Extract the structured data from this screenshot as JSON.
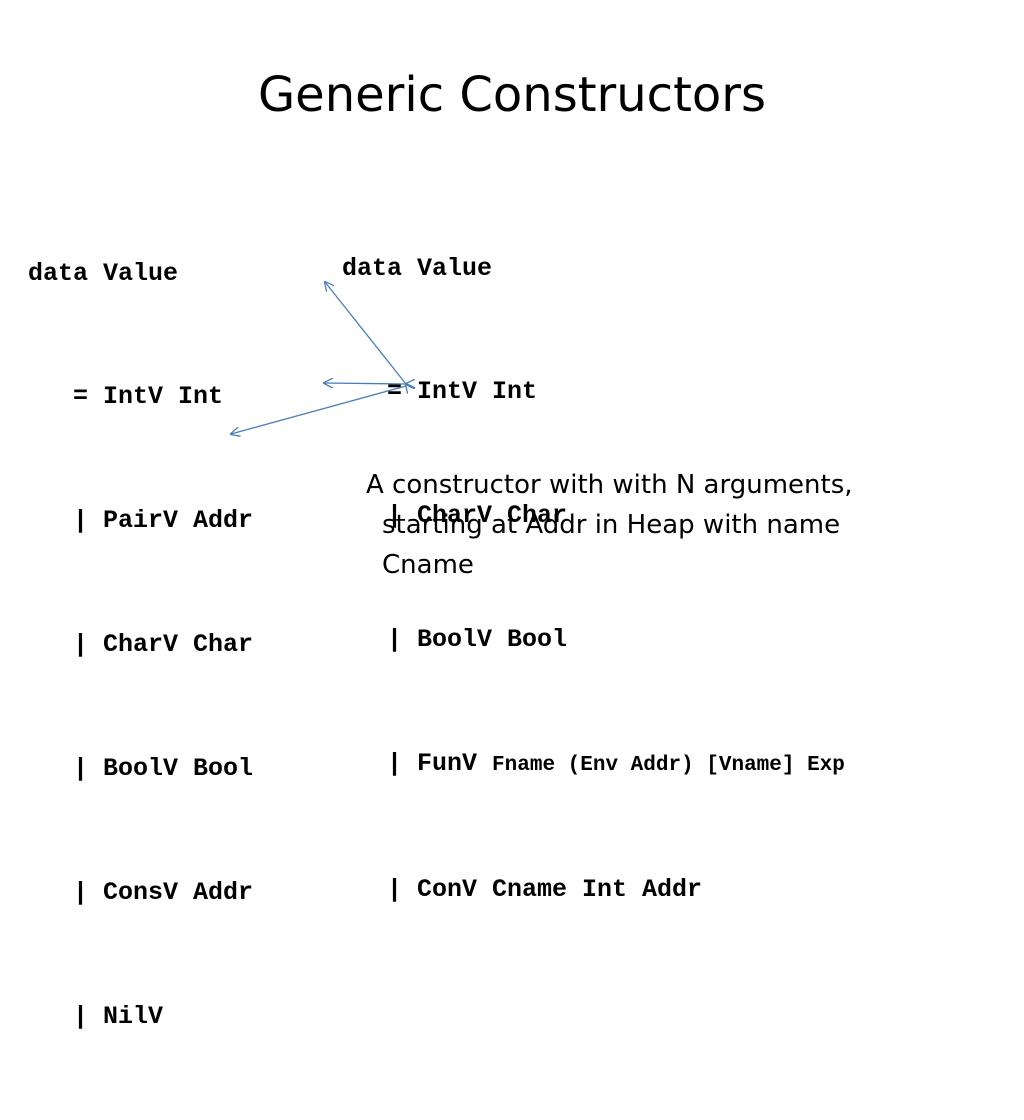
{
  "title": "Generic Constructors",
  "left_code": {
    "lines": [
      "data Value",
      "   = IntV Int",
      "   | PairV Addr",
      "   | CharV Char",
      "   | BoolV Bool",
      "   | ConsV Addr",
      "   | NilV"
    ]
  },
  "right_code": {
    "line1": "data Value",
    "line2": "   = IntV Int",
    "line3": "   | CharV Char",
    "line4": "   | BoolV Bool",
    "line5_prefix": "   | FunV ",
    "line5_rest": "Fname (Env Addr) [Vname] Exp",
    "line6": "   | ConV Cname Int Addr"
  },
  "note": {
    "line1": "A constructor with with N arguments,",
    "line2": "starting at Addr in Heap with name",
    "line3": "Cname"
  },
  "arrow_color": "#4a7ebb"
}
